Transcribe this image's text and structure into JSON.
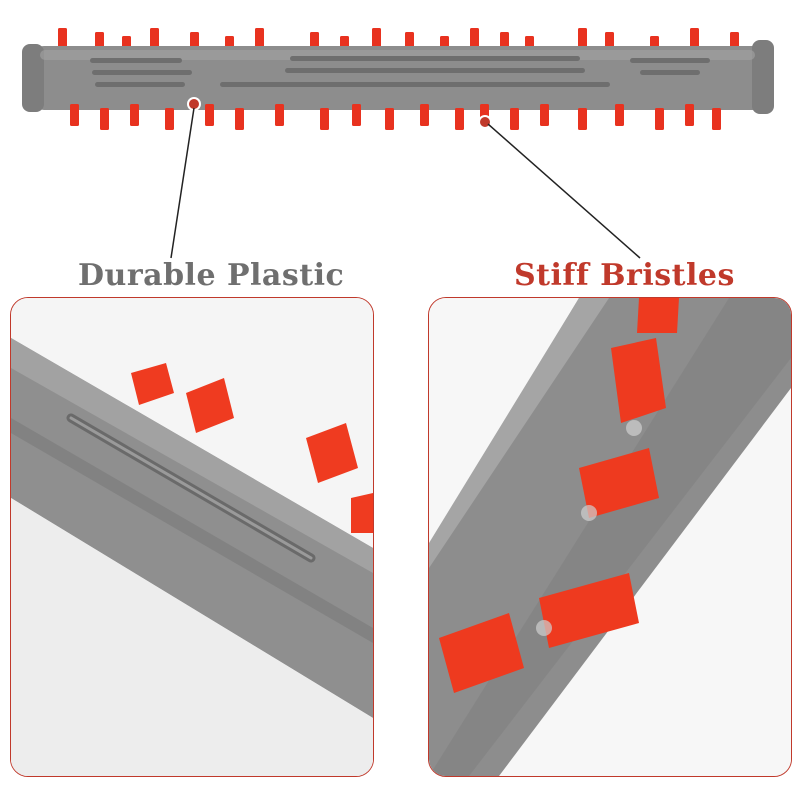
{
  "callouts": {
    "left_label": "Durable Plastic",
    "right_label": "Stiff Bristles"
  },
  "colors": {
    "plastic_gray": "#8a8a8a",
    "bristle_red": "#e8321f",
    "label_gray": "#6f6f6f",
    "label_red": "#c0392b",
    "panel_border": "#c0392b"
  },
  "panels": {
    "left": "close-up of gray plastic roller shaft",
    "right": "close-up of red bristle tufts"
  }
}
